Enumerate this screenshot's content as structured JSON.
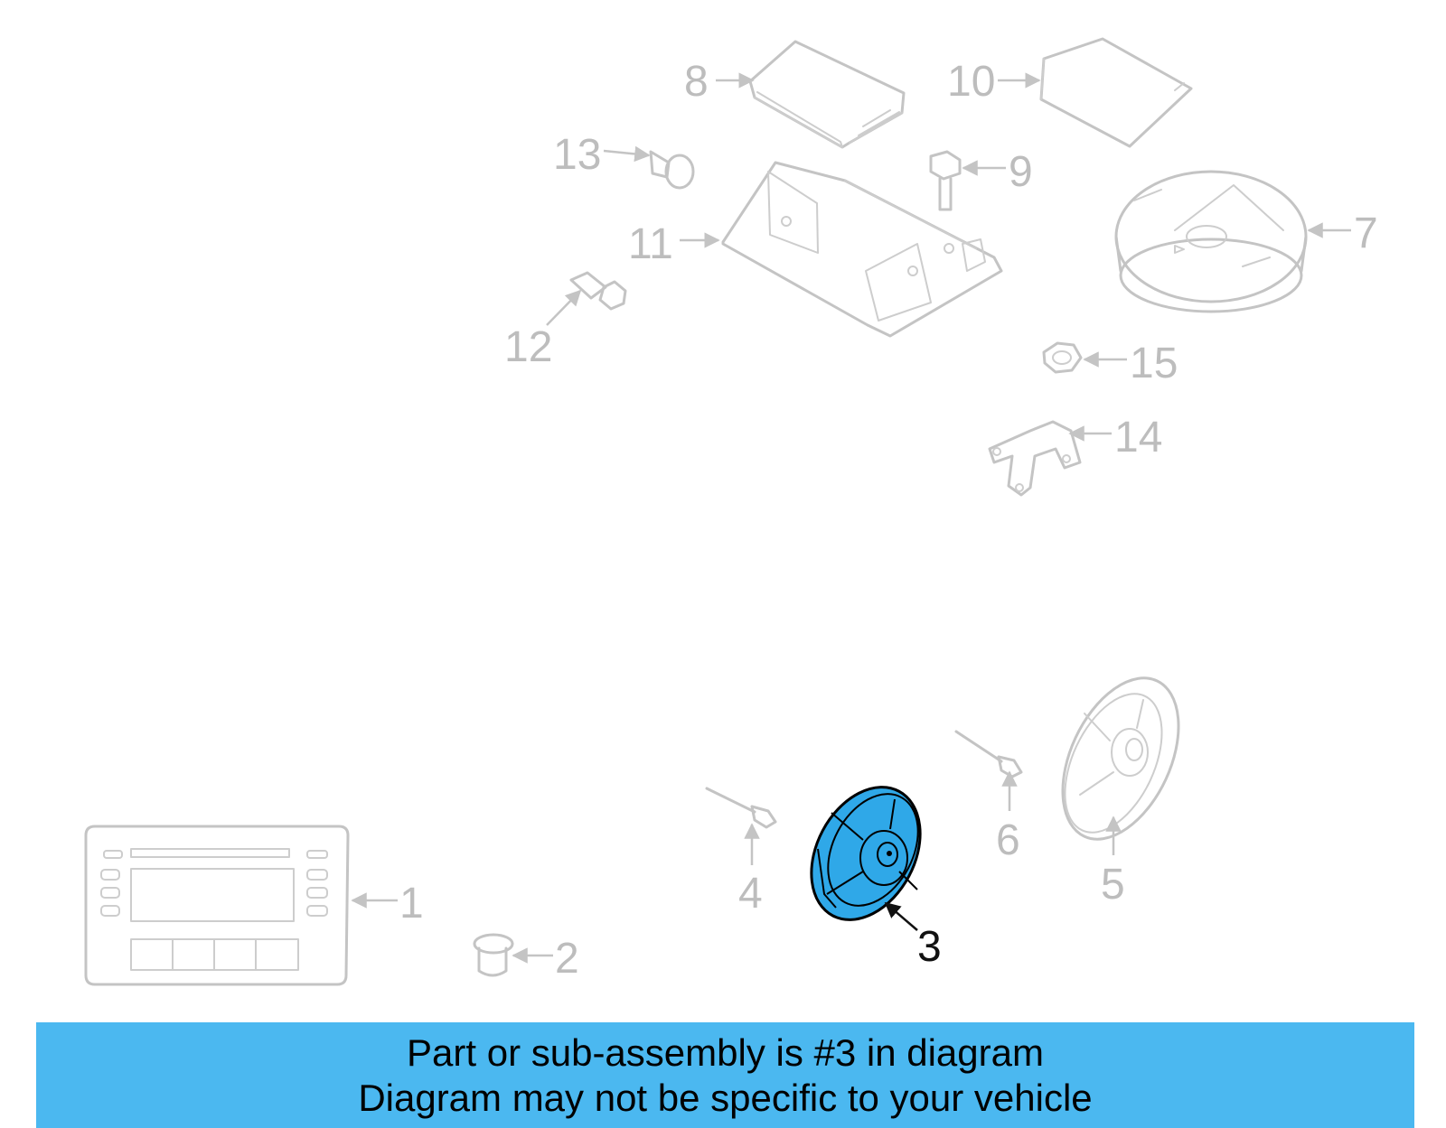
{
  "callouts": {
    "c1": "1",
    "c2": "2",
    "c3": "3",
    "c4": "4",
    "c5": "5",
    "c6": "6",
    "c7": "7",
    "c8": "8",
    "c9": "9",
    "c10": "10",
    "c11": "11",
    "c12": "12",
    "c13": "13",
    "c14": "14",
    "c15": "15"
  },
  "highlighted_part": "3",
  "colors": {
    "highlight_fill": "#2fa8e8",
    "banner_background": "#4bb8f0",
    "part_outline": "#c4c4c4",
    "callout_text": "#bdbdbd"
  },
  "banner": {
    "line1": "Part or sub-assembly is #3 in diagram",
    "line2": "Diagram may not be specific to your vehicle"
  }
}
